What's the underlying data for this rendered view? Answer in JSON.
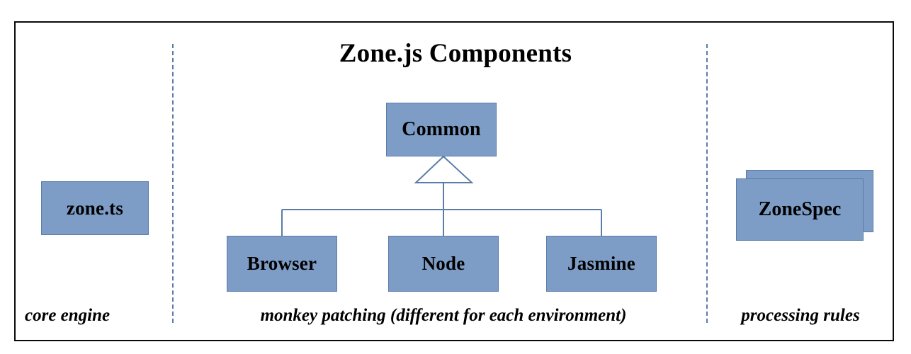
{
  "diagram": {
    "title": "Zone.js Components",
    "colors": {
      "node_fill": "#7d9dc6",
      "node_stroke": "#5a7ca9",
      "connector": "#5b7ca8",
      "frame": "#0a0a0a",
      "text": "#000000"
    },
    "nodes": {
      "zone_ts": "zone.ts",
      "common": "Common",
      "browser": "Browser",
      "node": "Node",
      "jasmine": "Jasmine",
      "zone_spec": "ZoneSpec"
    },
    "captions": {
      "left": "core engine",
      "middle": "monkey patching (different for each environment)",
      "right": "processing rules"
    },
    "relations": [
      {
        "from": "Browser",
        "to": "Common",
        "type": "generalization"
      },
      {
        "from": "Node",
        "to": "Common",
        "type": "generalization"
      },
      {
        "from": "Jasmine",
        "to": "Common",
        "type": "generalization"
      }
    ]
  }
}
